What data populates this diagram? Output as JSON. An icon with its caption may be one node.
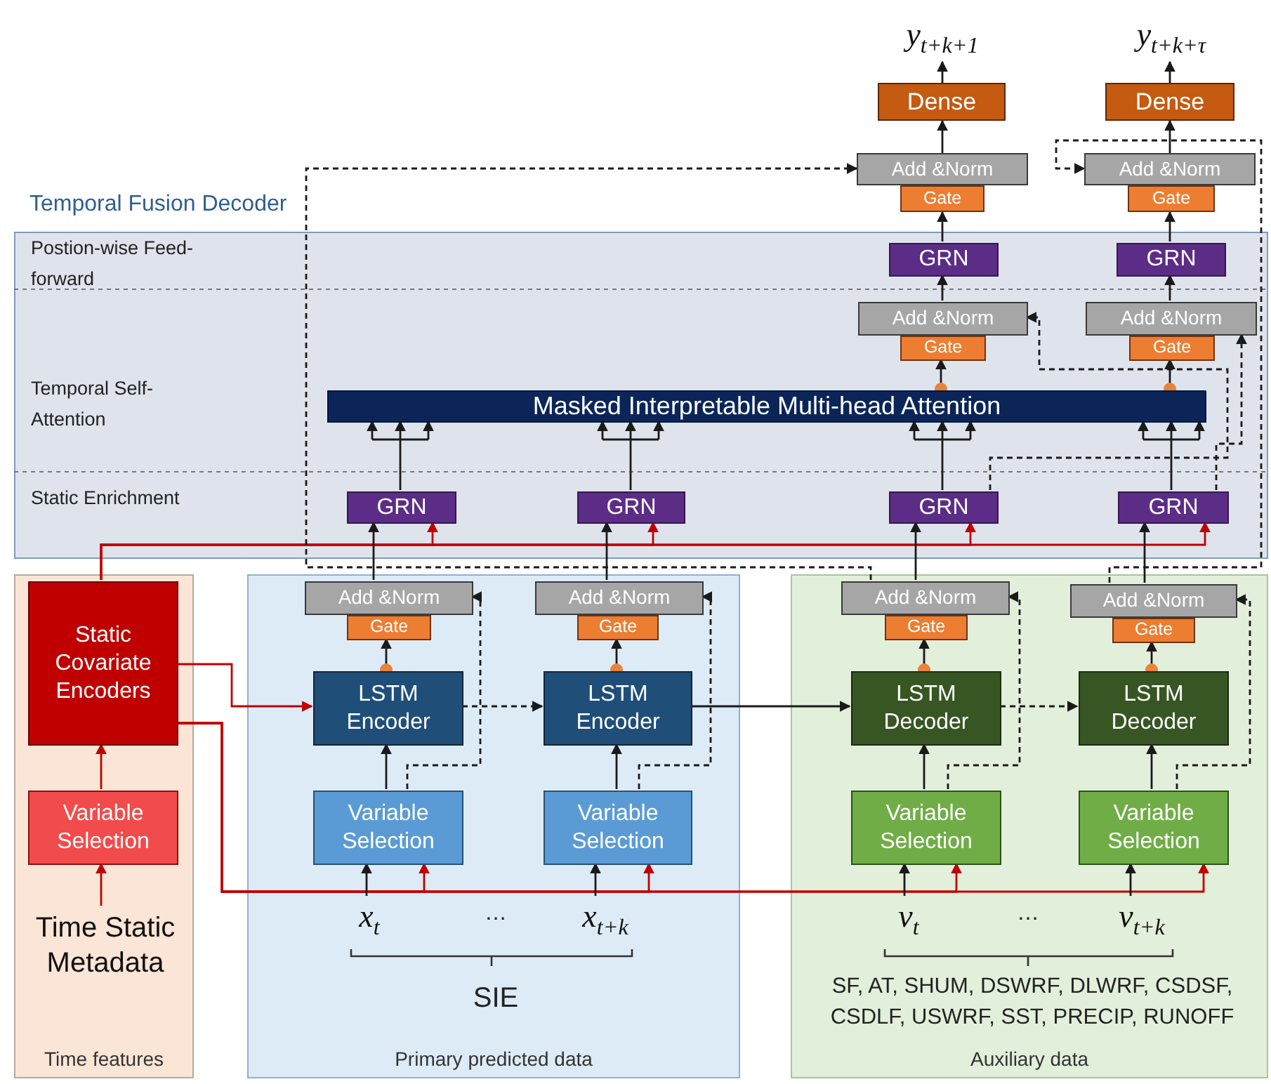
{
  "diagram": {
    "nodes": [
      {
        "text": [
          "Temporal Fusion Decoder"
        ]
      },
      {
        "text": [
          "Time features"
        ]
      },
      {
        "text": [
          "Primary predicted data"
        ]
      },
      {
        "text": [
          "Auxiliary data"
        ]
      },
      {
        "text": [
          "Static Covariate Encoders"
        ],
        "in": 1
      },
      {
        "text": [
          "Variable Selection"
        ],
        "in": 1
      },
      {
        "text": [
          "Time Static Metadata"
        ],
        "in": 1
      },
      {
        "text": [
          "Add &Norm"
        ],
        "in": 2
      },
      {
        "text": [
          "Gate"
        ],
        "in": 2
      },
      {
        "text": [
          "LSTM Encoder"
        ],
        "in": 2
      },
      {
        "text": [
          "Variable Selection"
        ],
        "in": 2
      },
      {
        "text": [
          "x$_{t}$"
        ],
        "in": 2
      },
      {
        "text": [
          "Add &Norm"
        ],
        "in": 2
      },
      {
        "text": [
          "Gate"
        ],
        "in": 2
      },
      {
        "text": [
          "LSTM Encoder"
        ],
        "in": 2
      },
      {
        "text": [
          "Variable Selection"
        ],
        "in": 2
      },
      {
        "text": [
          "x$_{t+k}$"
        ],
        "in": 2
      },
      {
        "text": [
          "Add &Norm"
        ],
        "in": 3
      },
      {
        "text": [
          "Gate"
        ],
        "in": 3
      },
      {
        "text": [
          "LSTM Decoder"
        ],
        "in": 3
      },
      {
        "text": [
          "Variable Selection"
        ],
        "in": 3
      },
      {
        "text": [
          "v$_{t}$"
        ],
        "in": 3
      },
      {
        "text": [
          "Add &Norm"
        ],
        "in": 3
      },
      {
        "text": [
          "Gate"
        ],
        "in": 3
      },
      {
        "text": [
          "LSTM Decoder"
        ],
        "in": 3
      },
      {
        "text": [
          "Variable Selection"
        ],
        "in": 3
      },
      {
        "text": [
          "v$_{t+k}$"
        ],
        "in": 3
      },
      {
        "text": [
          "GRN"
        ],
        "in": 0
      },
      {
        "text": [
          "GRN"
        ],
        "in": 0
      },
      {
        "text": [
          "GRN"
        ],
        "in": 0
      },
      {
        "text": [
          "GRN"
        ],
        "in": 0
      },
      {
        "text": [
          "Masked Interpretable Multi-head Attention"
        ],
        "in": 0
      },
      {
        "text": [
          "Gate"
        ],
        "in": 0
      },
      {
        "text": [
          "Add &Norm"
        ],
        "in": 0
      },
      {
        "text": [
          "Gate"
        ],
        "in": 0
      },
      {
        "text": [
          "Add &Norm"
        ],
        "in": 0
      },
      {
        "text": [
          "GRN"
        ],
        "in": 0
      },
      {
        "text": [
          "GRN"
        ],
        "in": 0
      },
      {
        "text": [
          "Gate"
        ]
      },
      {
        "text": [
          "Add &Norm"
        ]
      },
      {
        "text": [
          "Dense"
        ]
      },
      {
        "text": [
          "y$_{t+k+1}$"
        ]
      },
      {
        "text": [
          "Gate"
        ]
      },
      {
        "text": [
          "Add &Norm"
        ]
      },
      {
        "text": [
          "Dense"
        ]
      },
      {
        "text": [
          "y$_{t+k+τ}$"
        ]
      }
    ],
    "edges": [
      {
        "from": 6,
        "to": 5,
        "arrow": "to",
        "color": "#c00000"
      },
      {
        "from": 5,
        "to": 4,
        "arrow": "to",
        "color": "#c00000"
      },
      {
        "from": 4,
        "to": 9,
        "arrow": "to",
        "color": "#c00000"
      },
      {
        "from": 4,
        "to": 10,
        "arrow": "to",
        "color": "#c00000"
      },
      {
        "from": 4,
        "to": 15,
        "arrow": "to",
        "color": "#c00000"
      },
      {
        "from": 4,
        "to": 20,
        "arrow": "to",
        "color": "#c00000"
      },
      {
        "from": 4,
        "to": 25,
        "arrow": "to",
        "color": "#c00000"
      },
      {
        "from": 4,
        "to": 27,
        "arrow": "to",
        "color": "#c00000"
      },
      {
        "from": 4,
        "to": 28,
        "arrow": "to",
        "color": "#c00000"
      },
      {
        "from": 4,
        "to": 29,
        "arrow": "to",
        "color": "#c00000"
      },
      {
        "from": 4,
        "to": 30,
        "arrow": "to",
        "color": "#c00000"
      },
      {
        "from": 11,
        "to": 10,
        "arrow": "to"
      },
      {
        "from": 16,
        "to": 15,
        "arrow": "to"
      },
      {
        "from": 21,
        "to": 20,
        "arrow": "to"
      },
      {
        "from": 26,
        "to": 25,
        "arrow": "to"
      },
      {
        "from": 10,
        "to": 9,
        "arrow": "to"
      },
      {
        "from": 15,
        "to": 14,
        "arrow": "to"
      },
      {
        "from": 20,
        "to": 19,
        "arrow": "to"
      },
      {
        "from": 25,
        "to": 24,
        "arrow": "to"
      },
      {
        "from": 9,
        "to": 8,
        "arrow": "to"
      },
      {
        "from": 14,
        "to": 13,
        "arrow": "to"
      },
      {
        "from": 19,
        "to": 18,
        "arrow": "to"
      },
      {
        "from": 24,
        "to": 23,
        "arrow": "to"
      },
      {
        "from": 10,
        "to": 7,
        "arrow": "to",
        "style": "dashed"
      },
      {
        "from": 15,
        "to": 12,
        "arrow": "to",
        "style": "dashed"
      },
      {
        "from": 20,
        "to": 17,
        "arrow": "to",
        "style": "dashed"
      },
      {
        "from": 25,
        "to": 22,
        "arrow": "to",
        "style": "dashed"
      },
      {
        "from": 9,
        "to": 14,
        "arrow": "to",
        "style": "dashed"
      },
      {
        "from": 14,
        "to": 19,
        "arrow": "to"
      },
      {
        "from": 19,
        "to": 24,
        "arrow": "to",
        "style": "dashed"
      },
      {
        "from": 7,
        "to": 27,
        "arrow": "to"
      },
      {
        "from": 12,
        "to": 28,
        "arrow": "to"
      },
      {
        "from": 17,
        "to": 29,
        "arrow": "to"
      },
      {
        "from": 22,
        "to": 30,
        "arrow": "to"
      },
      {
        "from": 27,
        "to": 31,
        "arrow": "to"
      },
      {
        "from": 28,
        "to": 31,
        "arrow": "to"
      },
      {
        "from": 29,
        "to": 31,
        "arrow": "to"
      },
      {
        "from": 30,
        "to": 31,
        "arrow": "to"
      },
      {
        "from": 29,
        "to": 33,
        "arrow": "to",
        "style": "dashed"
      },
      {
        "from": 30,
        "to": 35,
        "arrow": "to",
        "style": "dashed"
      },
      {
        "from": 31,
        "to": 32,
        "arrow": "to"
      },
      {
        "from": 31,
        "to": 34,
        "arrow": "to"
      },
      {
        "from": 33,
        "to": 36,
        "arrow": "to"
      },
      {
        "from": 35,
        "to": 37,
        "arrow": "to"
      },
      {
        "from": 36,
        "to": 38,
        "arrow": "to"
      },
      {
        "from": 37,
        "to": 42,
        "arrow": "to"
      },
      {
        "from": 17,
        "to": 39,
        "arrow": "to",
        "style": "dashed"
      },
      {
        "from": 22,
        "to": 43,
        "arrow": "to",
        "style": "dashed"
      },
      {
        "from": 39,
        "to": 40,
        "arrow": "to"
      },
      {
        "from": 43,
        "to": 44,
        "arrow": "to"
      },
      {
        "from": 40,
        "to": 41,
        "arrow": "to"
      },
      {
        "from": 44,
        "to": 45,
        "arrow": "to"
      }
    ],
    "labels": [
      "Postion-wise Feed-forward",
      "Temporal Self-Attention",
      "Static Enrichment",
      "…",
      "SIE",
      "…",
      "SF, AT, SHUM, DSWRF, DLWRF, CSDSF, CSDLF, USWRF, SST, PRECIP, RUNOFF"
    ]
  }
}
